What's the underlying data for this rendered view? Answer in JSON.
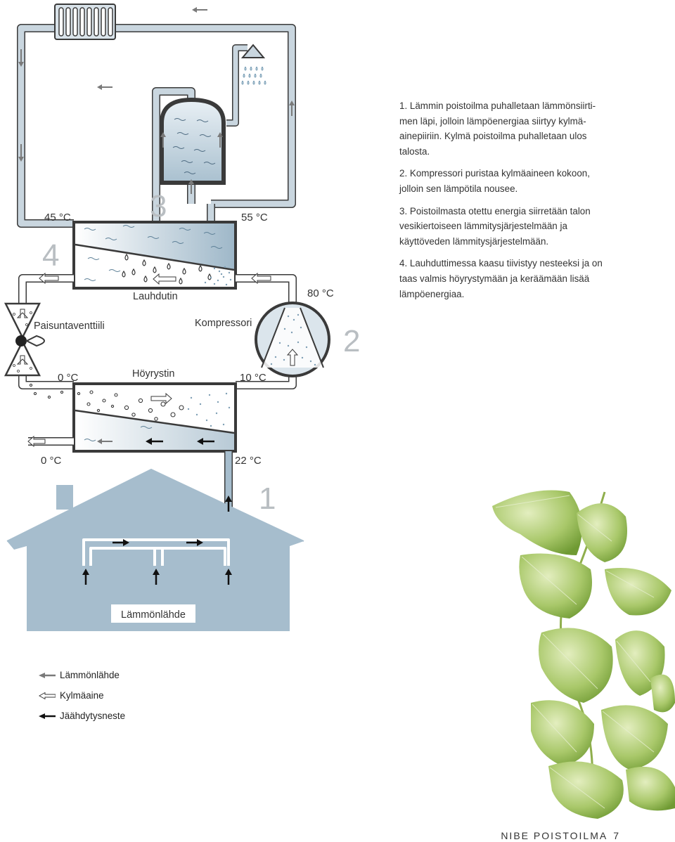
{
  "labels": {
    "temp_45": "45 °C",
    "temp_55": "55 °C",
    "temp_80": "80 °C",
    "temp_0_evap": "0 °C",
    "temp_10": "10 °C",
    "temp_0_exhaust": "0 °C",
    "temp_22": "22 °C",
    "lauhdutin": "Lauhdutin",
    "kompressori": "Kompressori",
    "paisuntaventtiili": "Paisuntaventtiili",
    "hoyrystin": "Höyrystin",
    "lammonlahde_box": "Lämmönlähde",
    "step_1": "1",
    "step_2": "2",
    "step_3": "3",
    "step_4": "4"
  },
  "steps": [
    {
      "num": "1.",
      "text": "Lämmin poistoilma puhalletaan lämmönsiirti­men läpi, jolloin lämpöenergiaa siirtyy kylmä­ainepiiriin. Kylmä poistoilma puhalletaan ulos talosta."
    },
    {
      "num": "2.",
      "text": "Kompressori puristaa kylmäaineen kokoon, jolloin sen lämpötila nousee."
    },
    {
      "num": "3.",
      "text": "Poistoilmasta otettu energia siirretään talon vesikiertoiseen lämmitysjärjestelmään ja käyttöveden lämmitysjärjestelmään."
    },
    {
      "num": "4.",
      "text": "Lauhduttimessa kaasu tiivistyy nesteeksi ja on taas valmis höyrystymään ja keräämään lisää lämpöenergiaa."
    }
  ],
  "legend": [
    {
      "label": "Lämmönlähde",
      "style": "grey-arrow"
    },
    {
      "label": "Kylmäaine",
      "style": "outline-arrow"
    },
    {
      "label": "Jäähdytysneste",
      "style": "black-arrow"
    }
  ],
  "footer": {
    "brand": "NIBE POISTOILMA",
    "page": "7"
  },
  "colors": {
    "pipe": "#c9d6df",
    "pipe_outline": "#3a3a3a",
    "house": "#a6bdcd",
    "water": "#b9ccd9",
    "grey_arrow": "#7a7a7a",
    "leaf_light": "#c7dc8e",
    "leaf_dark": "#7fa63a"
  }
}
